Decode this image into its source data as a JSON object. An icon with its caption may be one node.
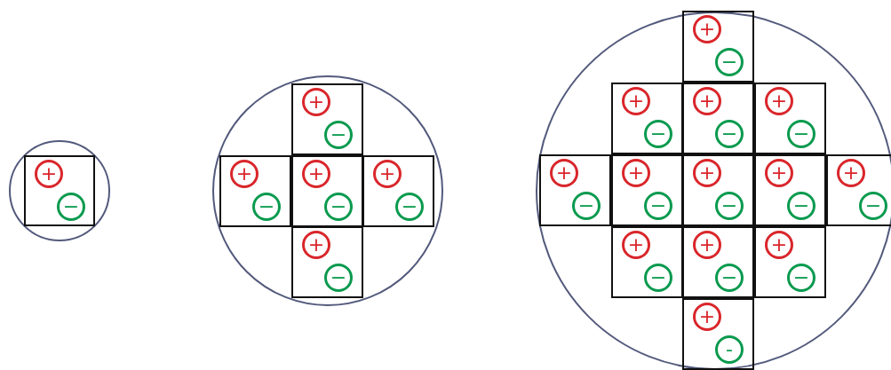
{
  "diagram": {
    "nodes": [
      {
        "text": [],
        "shape": "circle"
      },
      {
        "text": [],
        "shape": "box",
        "in": 0
      },
      {
        "text": [
          "+"
        ],
        "in": 1
      },
      {
        "text": [
          "−"
        ],
        "in": 1
      },
      {
        "text": [],
        "shape": "circle"
      },
      {
        "text": [],
        "shape": "box",
        "in": 4
      },
      {
        "text": [
          "+"
        ],
        "in": 5
      },
      {
        "text": [
          "−"
        ],
        "in": 5
      },
      {
        "text": [],
        "shape": "box",
        "in": 4
      },
      {
        "text": [
          "+"
        ],
        "in": 8
      },
      {
        "text": [
          "−"
        ],
        "in": 8
      },
      {
        "text": [],
        "shape": "box",
        "in": 4
      },
      {
        "text": [
          "+"
        ],
        "in": 11
      },
      {
        "text": [
          "−"
        ],
        "in": 11
      },
      {
        "text": [],
        "shape": "box",
        "in": 4
      },
      {
        "text": [
          "+"
        ],
        "in": 14
      },
      {
        "text": [
          "−"
        ],
        "in": 14
      },
      {
        "text": [],
        "shape": "box",
        "in": 4
      },
      {
        "text": [
          "+"
        ],
        "in": 17
      },
      {
        "text": [
          "−"
        ],
        "in": 17
      },
      {
        "text": [],
        "shape": "circle"
      },
      {
        "text": [],
        "shape": "box",
        "in": 20
      },
      {
        "text": [
          "+"
        ],
        "in": 21
      },
      {
        "text": [
          "−"
        ],
        "in": 21
      },
      {
        "text": [],
        "shape": "box",
        "in": 20
      },
      {
        "text": [
          "+"
        ],
        "in": 24
      },
      {
        "text": [
          "−"
        ],
        "in": 24
      },
      {
        "text": [],
        "shape": "box",
        "in": 20
      },
      {
        "text": [
          "+"
        ],
        "in": 27
      },
      {
        "text": [
          "−"
        ],
        "in": 27
      },
      {
        "text": [],
        "shape": "box",
        "in": 20
      },
      {
        "text": [
          "+"
        ],
        "in": 30
      },
      {
        "text": [
          "−"
        ],
        "in": 30
      },
      {
        "text": [],
        "shape": "box",
        "in": 20
      },
      {
        "text": [
          "+"
        ],
        "in": 33
      },
      {
        "text": [
          "−"
        ],
        "in": 33
      },
      {
        "text": [],
        "shape": "box",
        "in": 20
      },
      {
        "text": [
          "+"
        ],
        "in": 36
      },
      {
        "text": [
          "−"
        ],
        "in": 36
      },
      {
        "text": [],
        "shape": "box",
        "in": 20
      },
      {
        "text": [
          "+"
        ],
        "in": 39
      },
      {
        "text": [
          "−"
        ],
        "in": 39
      },
      {
        "text": [],
        "shape": "box",
        "in": 20
      },
      {
        "text": [
          "+"
        ],
        "in": 42
      },
      {
        "text": [
          "−"
        ],
        "in": 42
      },
      {
        "text": [],
        "shape": "box",
        "in": 20
      },
      {
        "text": [
          "+"
        ],
        "in": 45
      },
      {
        "text": [
          "−"
        ],
        "in": 45
      },
      {
        "text": [],
        "shape": "box",
        "in": 20
      },
      {
        "text": [
          "+"
        ],
        "in": 48
      },
      {
        "text": [
          "−"
        ],
        "in": 48
      },
      {
        "text": [],
        "shape": "box",
        "in": 20
      },
      {
        "text": [
          "+"
        ],
        "in": 51
      },
      {
        "text": [
          "−"
        ],
        "in": 51
      },
      {
        "text": [],
        "shape": "box",
        "in": 20
      },
      {
        "text": [
          "+"
        ],
        "in": 54
      },
      {
        "text": [
          "−"
        ],
        "in": 54
      },
      {
        "text": [],
        "shape": "box",
        "in": 20
      },
      {
        "text": [
          "+"
        ],
        "in": 57
      },
      {
        "text": [
          "-"
        ],
        "in": 57
      }
    ]
  }
}
